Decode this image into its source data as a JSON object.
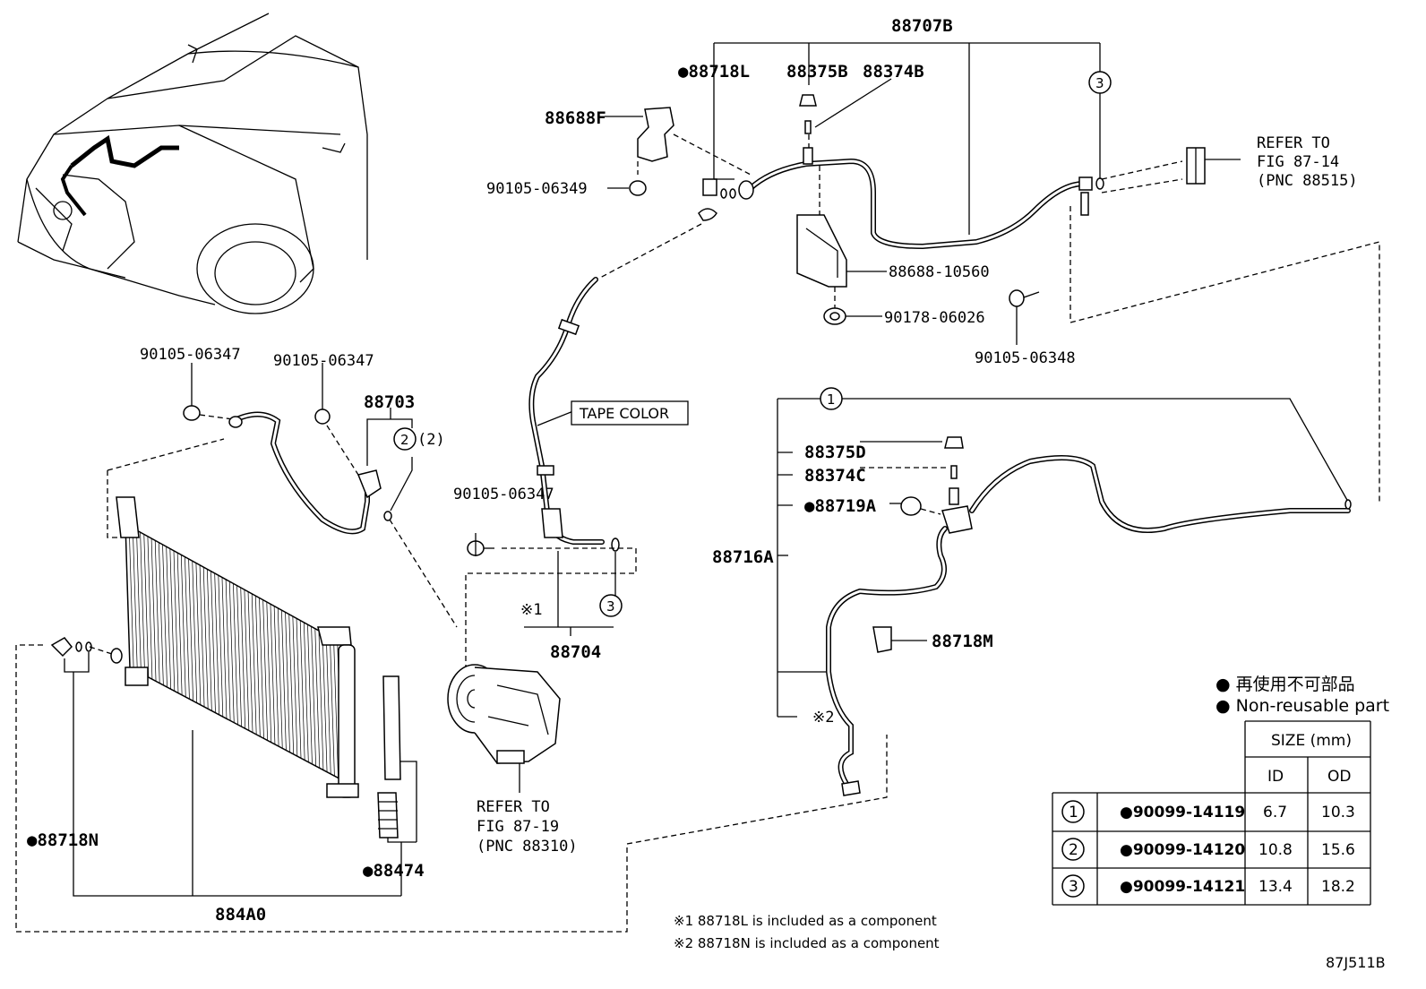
{
  "labels": {
    "p88707B": "88707B",
    "p88718L": "●88718L",
    "p88375B": "88375B",
    "p88374B": "88374B",
    "p88688F": "88688F",
    "p90105_06349": "90105-06349",
    "p88688_10560": "88688-10560",
    "p90178_06026": "90178-06026",
    "p90105_06348": "90105-06348",
    "refer_87_14_a": "REFER TO",
    "refer_87_14_b": "FIG 87-14",
    "refer_87_14_c": "(PNC 88515)",
    "p90105_06347_a": "90105-06347",
    "p90105_06347_b": "90105-06347",
    "p88703": "88703",
    "qty2": "(2)",
    "tape_color": "TAPE COLOR",
    "p90105_06347_c": "90105-06347",
    "note1_mark": "※1",
    "p88704": "88704",
    "p88375D": "88375D",
    "p88374C": "88374C",
    "p88719A": "●88719A",
    "p88716A": "88716A",
    "p88718M": "88718M",
    "note2_mark": "※2",
    "refer_87_19_a": "REFER TO",
    "refer_87_19_b": "FIG 87-19",
    "refer_87_19_c": "(PNC 88310)",
    "p88718N": "●88718N",
    "p88474": "●88474",
    "p884A0": "884A0",
    "circle1": "1",
    "circle2": "2",
    "circle3": "3",
    "footnote1": "※1 88718L is included as a component",
    "footnote2": "※2 88718N is included as a component",
    "fig_code": "87J511B"
  },
  "legend": {
    "line_jp": "● 再使用不可部品",
    "line_en": "● Non-reusable part"
  },
  "size_table": {
    "header": "SIZE (mm)",
    "col_id": "ID",
    "col_od": "OD",
    "rows": [
      {
        "mark": "1",
        "part": "●90099-14119",
        "id": "6.7",
        "od": "10.3"
      },
      {
        "mark": "2",
        "part": "●90099-14120",
        "id": "10.8",
        "od": "15.6"
      },
      {
        "mark": "3",
        "part": "●90099-14121",
        "id": "13.4",
        "od": "18.2"
      }
    ]
  }
}
